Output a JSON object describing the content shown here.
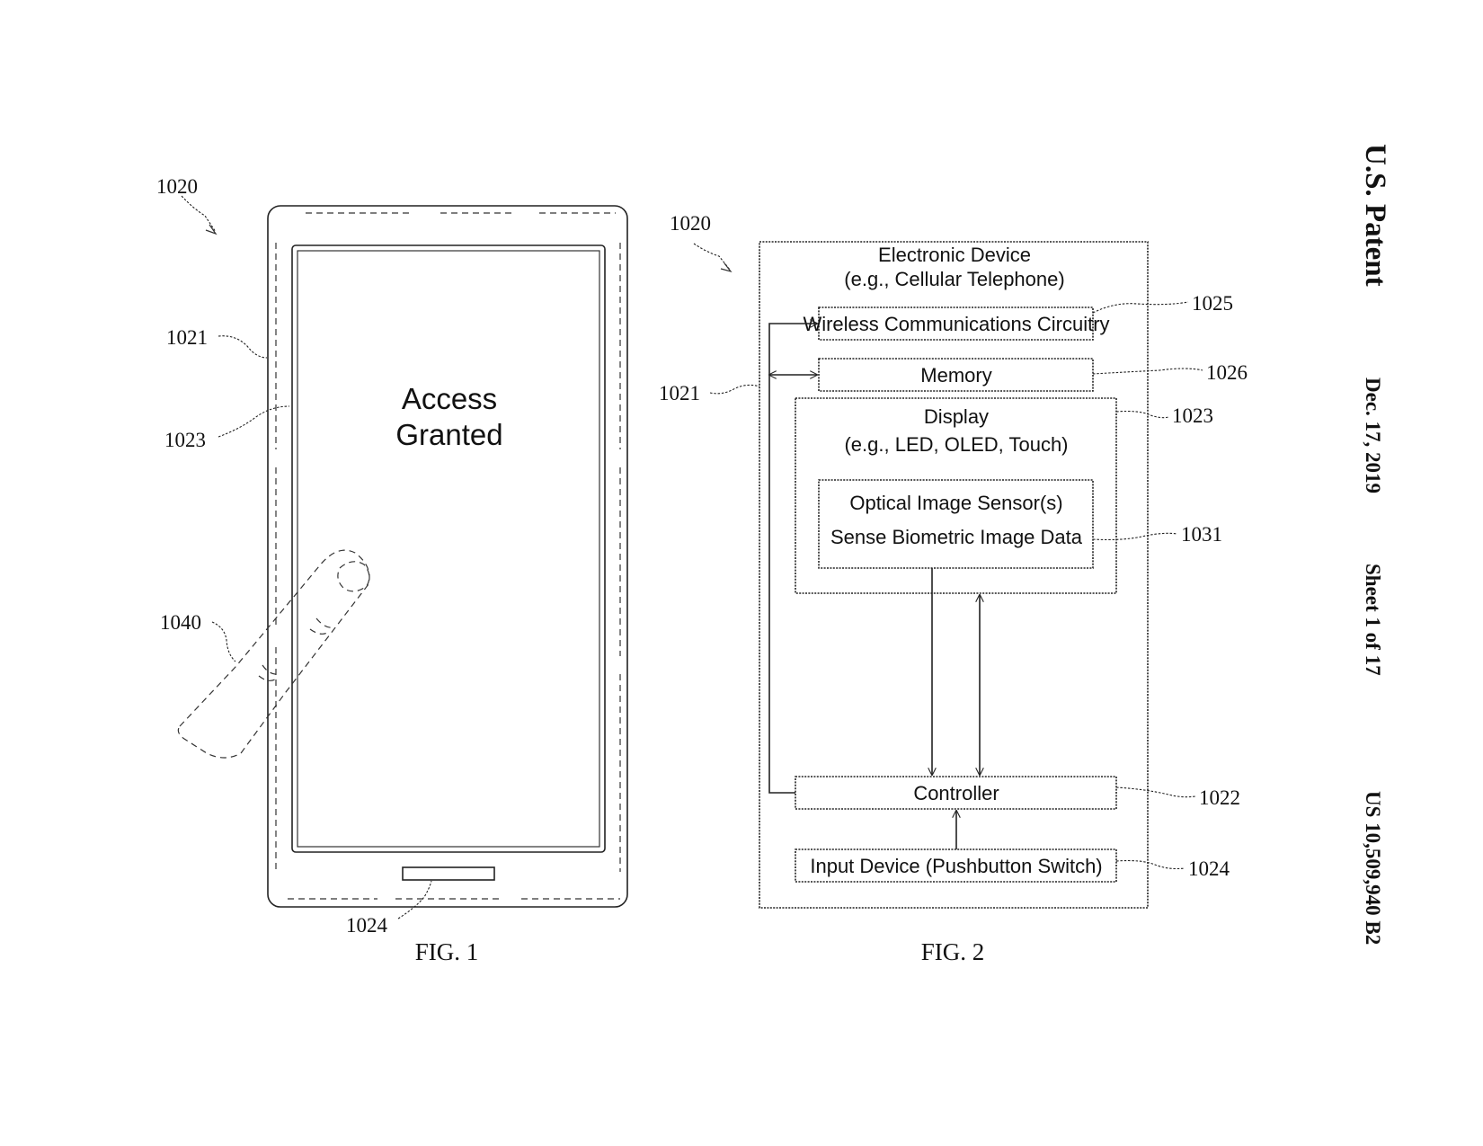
{
  "header": {
    "title": "U.S. Patent",
    "date": "Dec. 17, 2019",
    "sheet": "Sheet 1 of 17",
    "patent_number": "US 10,509,940 B2"
  },
  "fig1": {
    "caption": "FIG. 1",
    "screen_text_line1": "Access",
    "screen_text_line2": "Granted",
    "refs": {
      "device": "1020",
      "housing": "1021",
      "display": "1023",
      "finger": "1040",
      "button": "1024"
    }
  },
  "fig2": {
    "caption": "FIG. 2",
    "device_title_line1": "Electronic Device",
    "device_title_line2": "(e.g., Cellular Telephone)",
    "wireless_label": "Wireless Communications Circuitry",
    "memory_label": "Memory",
    "display_line1": "Display",
    "display_line2": "(e.g., LED, OLED, Touch)",
    "sensor_line1": "Optical Image Sensor(s)",
    "sensor_line2": "Sense Biometric Image Data",
    "controller_label": "Controller",
    "input_label": "Input Device (Pushbutton Switch)",
    "refs": {
      "device": "1020",
      "housing": "1021",
      "wireless": "1025",
      "memory": "1026",
      "display": "1023",
      "sensor": "1031",
      "controller": "1022",
      "input": "1024"
    }
  }
}
